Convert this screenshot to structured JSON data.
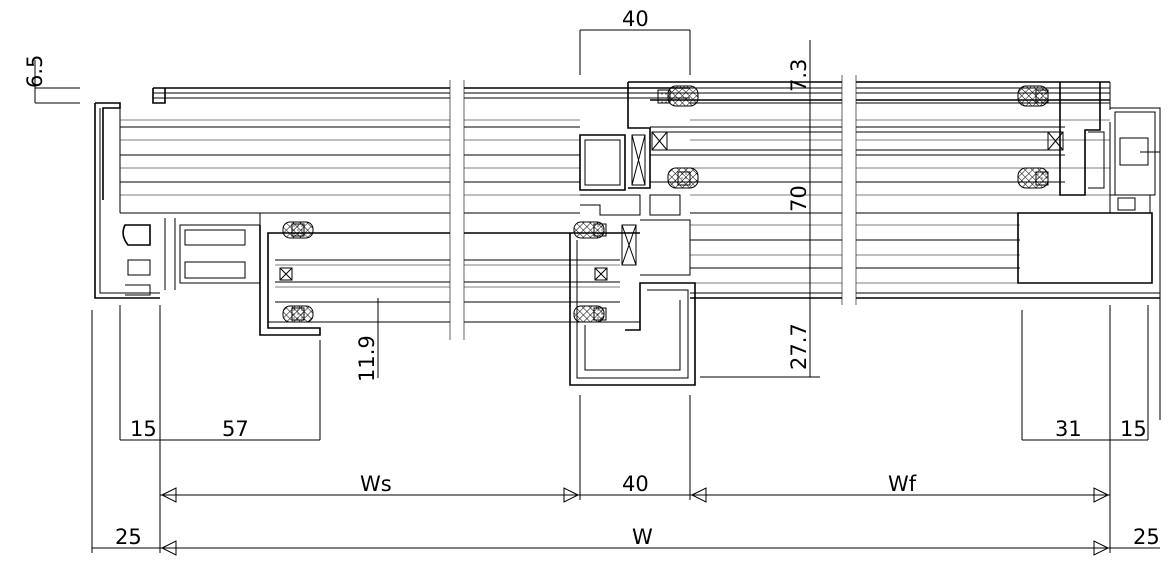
{
  "dimensions": {
    "d_6_5": "6.5",
    "d_40_top": "40",
    "d_7_3": "7.3",
    "d_70": "70",
    "d_27_7": "27.7",
    "d_11_9": "11.9",
    "d_15_left": "15",
    "d_57": "57",
    "d_31": "31",
    "d_15_right": "15",
    "d_ws": "Ws",
    "d_40_mid": "40",
    "d_wf": "Wf",
    "d_25_left": "25",
    "d_w": "W",
    "d_25_right": "25"
  }
}
